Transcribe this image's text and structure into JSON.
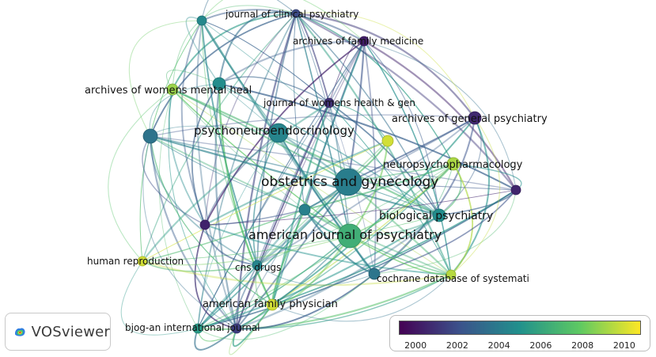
{
  "network": {
    "nodes": [
      {
        "id": "n1",
        "label": "journal of clinical psychiatry",
        "year": 2001.8
      },
      {
        "id": "n2",
        "label": "",
        "year": 2004.6
      },
      {
        "id": "n3",
        "label": "archives of family medicine",
        "year": 2000.2
      },
      {
        "id": "n4",
        "label": "archives of womens mental heal",
        "year": 2009.0
      },
      {
        "id": "n5",
        "label": "",
        "year": 2004.8
      },
      {
        "id": "n6",
        "label": "journal of womens health & gen",
        "year": 2000.9
      },
      {
        "id": "n7",
        "label": "archives of general psychiatry",
        "year": 2000.6
      },
      {
        "id": "n8",
        "label": "psychoneuroendocrinology",
        "year": 2004.4
      },
      {
        "id": "n9",
        "label": "",
        "year": 2003.6
      },
      {
        "id": "n10",
        "label": "",
        "year": 2010.0
      },
      {
        "id": "n11",
        "label": "neuropsychopharmacology",
        "year": 2009.3
      },
      {
        "id": "n12",
        "label": "obstetrics and gynecology",
        "year": 2004.1
      },
      {
        "id": "n13",
        "label": "",
        "year": 2000.5
      },
      {
        "id": "n14",
        "label": "",
        "year": 2004.2
      },
      {
        "id": "n15",
        "label": "biological psychiatry",
        "year": 2004.8
      },
      {
        "id": "n16",
        "label": "",
        "year": 2000.4
      },
      {
        "id": "n17",
        "label": "american journal of psychiatry",
        "year": 2006.5
      },
      {
        "id": "n18",
        "label": "human reproduction",
        "year": 2010.0
      },
      {
        "id": "n19",
        "label": "cns drugs",
        "year": 2004.4
      },
      {
        "id": "n20",
        "label": "cochrane database of systemati",
        "year": 2009.5
      },
      {
        "id": "n21",
        "label": "",
        "year": 2003.7
      },
      {
        "id": "n22",
        "label": "american family physician",
        "year": 2010.0
      },
      {
        "id": "n23",
        "label": "bjog-an international journal",
        "year": 2001.4
      },
      {
        "id": "n24",
        "label": "",
        "year": 2005.4
      }
    ]
  },
  "legend": {
    "min_year": 1999.2,
    "max_year": 2010.8,
    "ticks": [
      "2000",
      "2002",
      "2004",
      "2006",
      "2008",
      "2010"
    ],
    "colors": [
      "#440154",
      "#3b528b",
      "#21918c",
      "#5ec962",
      "#fde725"
    ]
  },
  "brand": {
    "name": "VOSviewer",
    "icon": "vosviewer-logo-icon"
  }
}
